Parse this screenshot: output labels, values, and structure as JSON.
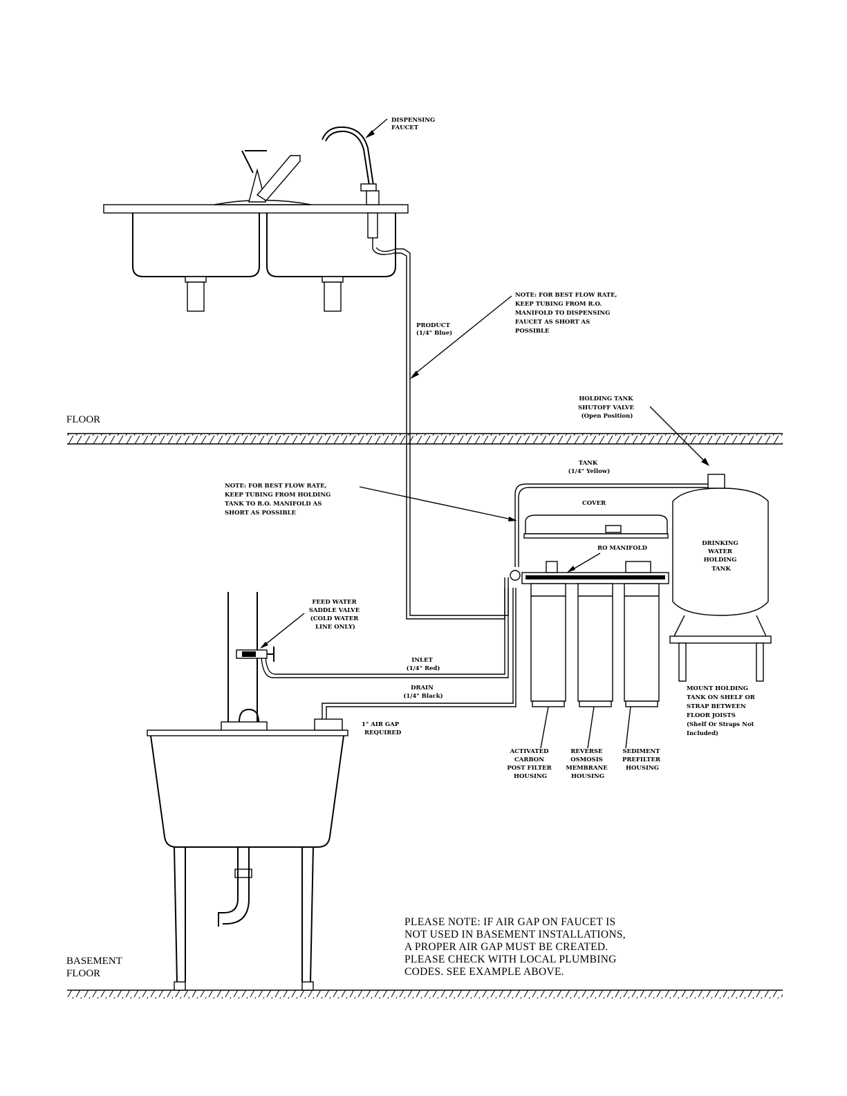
{
  "labels": {
    "dispensing_faucet": [
      "DISPENSING",
      "FAUCET"
    ],
    "product": [
      "PRODUCT",
      "(1/4\" Blue)"
    ],
    "note_faucet": [
      "NOTE: FOR BEST FLOW RATE,",
      "KEEP TUBING FROM R.O.",
      "MANIFOLD TO DISPENSING",
      "FAUCET AS SHORT AS",
      "POSSIBLE"
    ],
    "holding_tank_valve": [
      "HOLDING TANK",
      "SHUTOFF VALVE",
      "(Open Position)"
    ],
    "floor": "FLOOR",
    "tank_tube": [
      "TANK",
      "(1/4\" Yellow)"
    ],
    "note_tank": [
      "NOTE: FOR BEST FLOW RATE,",
      "KEEP TUBING FROM HOLDING",
      "TANK TO R.O. MANIFOLD AS",
      "SHORT AS POSSIBLE"
    ],
    "cover": "COVER",
    "drinking_tank": [
      "DRINKING",
      "WATER",
      "HOLDING",
      "TANK"
    ],
    "ro_manifold": "RO MANIFOLD",
    "feed_water": [
      "FEED WATER",
      "SADDLE VALVE",
      "(COLD WATER",
      "LINE ONLY)"
    ],
    "inlet": [
      "INLET",
      "(1/4\" Red)"
    ],
    "drain": [
      "DRAIN",
      "(1/4\" Black)"
    ],
    "air_gap": [
      "1\" AIR GAP",
      "REQUIRED"
    ],
    "mount_tank": [
      "MOUNT HOLDING",
      "TANK ON SHELF OR",
      "STRAP BETWEEN",
      "FLOOR JOISTS",
      "(Shelf Or Straps Not",
      "Included)"
    ],
    "carbon": [
      "ACTIVATED",
      "CARBON",
      "POST FILTER",
      "HOUSING"
    ],
    "membrane": [
      "REVERSE",
      "OSMOSIS",
      "MEMBRANE",
      "HOUSING"
    ],
    "sediment": [
      "SEDIMENT",
      "PREFILTER",
      "HOUSING"
    ],
    "please_note": [
      "PLEASE NOTE:  IF AIR GAP ON FAUCET IS",
      "NOT USED IN BASEMENT INSTALLATIONS,",
      "A PROPER AIR GAP MUST BE CREATED.",
      "PLEASE CHECK WITH LOCAL PLUMBING",
      "CODES.  SEE EXAMPLE ABOVE."
    ],
    "basement_floor": [
      "BASEMENT",
      "FLOOR"
    ]
  }
}
